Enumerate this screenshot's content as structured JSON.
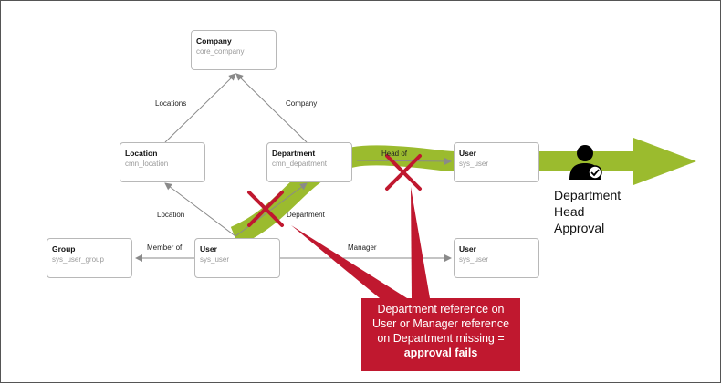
{
  "nodes": {
    "company": {
      "title": "Company",
      "sub": "core_company"
    },
    "location": {
      "title": "Location",
      "sub": "cmn_location"
    },
    "department": {
      "title": "Department",
      "sub": "cmn_department"
    },
    "user_head": {
      "title": "User",
      "sub": "sys_user"
    },
    "group": {
      "title": "Group",
      "sub": "sys_user_group"
    },
    "user_main": {
      "title": "User",
      "sub": "sys_user"
    },
    "user_manager": {
      "title": "User",
      "sub": "sys_user"
    }
  },
  "edges": {
    "locations": "Locations",
    "company": "Company",
    "head_of": "Head of",
    "location": "Location",
    "department": "Department",
    "member_of": "Member of",
    "manager": "Manager"
  },
  "approval": {
    "line1": "Department",
    "line2": "Head",
    "line3": "Approval"
  },
  "callout": {
    "line1": "Department reference on",
    "line2": "User or Manager reference",
    "line3": "on Department missing =",
    "line4": "approval fails"
  },
  "colors": {
    "green": "#9bbb2e",
    "red": "#c0182f",
    "box_border": "#b8b8b8",
    "edge": "#8a8a8a"
  },
  "icons": {
    "person": "person-check-icon",
    "fail": "x-mark-icon"
  }
}
